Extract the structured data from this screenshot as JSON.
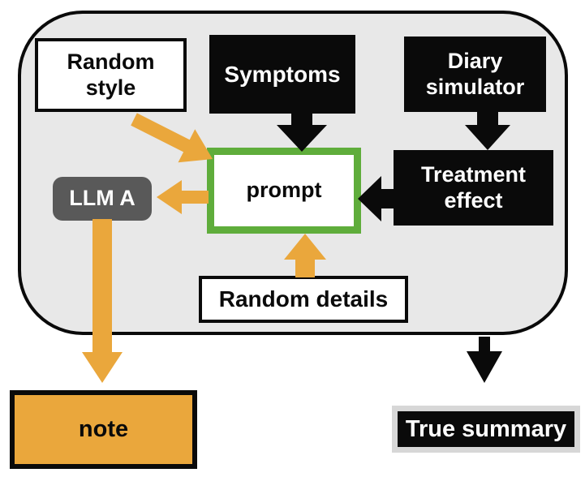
{
  "diagram": {
    "title": "note generation pipeline diagram",
    "nodes": {
      "random_style": {
        "label": "Random\nstyle",
        "kind": "input"
      },
      "symptoms": {
        "label": "Symptoms",
        "kind": "input"
      },
      "diary_simulator": {
        "label": "Diary\nsimulator",
        "kind": "process"
      },
      "treatment_effect": {
        "label": "Treatment\neffect",
        "kind": "process"
      },
      "prompt": {
        "label": "prompt",
        "kind": "highlighted"
      },
      "llm_a": {
        "label": "LLM A",
        "kind": "model"
      },
      "random_details": {
        "label": "Random details",
        "kind": "input"
      },
      "note": {
        "label": "note",
        "kind": "output"
      },
      "true_summary": {
        "label": "True summary",
        "kind": "output"
      }
    },
    "arrows": [
      {
        "from": "random_style",
        "to": "prompt",
        "color": "orange"
      },
      {
        "from": "symptoms",
        "to": "prompt",
        "color": "black"
      },
      {
        "from": "diary_simulator",
        "to": "treatment_effect",
        "color": "black"
      },
      {
        "from": "treatment_effect",
        "to": "prompt",
        "color": "black"
      },
      {
        "from": "prompt",
        "to": "llm_a",
        "color": "orange"
      },
      {
        "from": "random_details",
        "to": "prompt",
        "color": "orange"
      },
      {
        "from": "llm_a",
        "to": "note",
        "color": "orange"
      },
      {
        "from": "pipeline",
        "to": "true_summary",
        "color": "black"
      }
    ]
  },
  "colors": {
    "orange": "#EAA73C",
    "green": "#5FAD3B",
    "black": "#0a0a0a",
    "container_gray": "#e8e8e8",
    "llm_gray": "#595959",
    "frame_gray": "#d7d7d7"
  }
}
